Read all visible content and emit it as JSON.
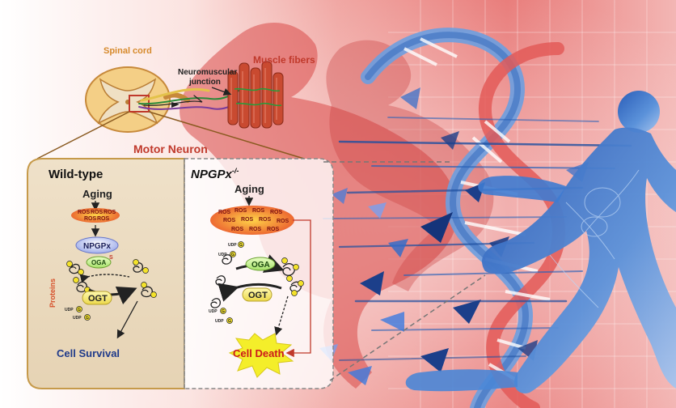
{
  "top": {
    "spinal_cord": "Spinal cord",
    "nmj_line1": "Neuromuscular",
    "nmj_line2": "junction",
    "muscle_fibers": "Muscle fibers",
    "motor_neuron": "Motor Neuron"
  },
  "wild_type": {
    "title": "Wild-type",
    "aging": "Aging",
    "ros": "ROS",
    "npgpx": "NPGPx",
    "s_mark": "S",
    "oga": "OGA",
    "ogt": "OGT",
    "proteins": "Proteins",
    "udp": "UDP",
    "g": "G",
    "outcome": "Cell Survival"
  },
  "knockout": {
    "title_main": "NPGPx",
    "title_sup": "-/-",
    "aging": "Aging",
    "ros": "ROS",
    "oga": "OGA",
    "ogt": "OGT",
    "udp": "UDP",
    "g": "G",
    "outcome": "Cell Death"
  },
  "colors": {
    "background_red": "#d94545",
    "background_blue": "#2f6fc4",
    "wild_type_panel": "#ecdcc4",
    "panel_border": "#c69a4a",
    "motor_neuron_text": "#c0392b",
    "survival_text": "#1f3a8a",
    "death_text": "#cc1a1a",
    "burst_fill": "#f4ee2a"
  }
}
